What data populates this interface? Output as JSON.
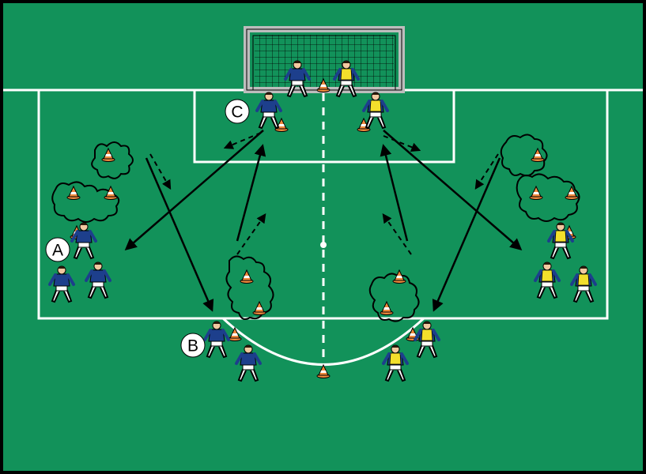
{
  "diagram": {
    "colors": {
      "pitch": "#12925a",
      "lines": "#ffffff",
      "team_a": "#1d3f8c",
      "team_b": "#f3df2c",
      "cone": "#f08a3c",
      "arrow": "#000000"
    },
    "station_labels": [
      {
        "id": "a",
        "text": "A"
      },
      {
        "id": "b",
        "text": "B"
      },
      {
        "id": "c",
        "text": "C"
      }
    ],
    "teams": [
      {
        "id": "blue",
        "color_key": "team_a",
        "shirt": "blue"
      },
      {
        "id": "yellow",
        "color_key": "team_b",
        "shirt": "yellow"
      }
    ],
    "icons": [
      "goal-icon",
      "cone-icon",
      "player-icon",
      "dribble-zone-icon",
      "pass-arrow-icon",
      "run-arrow-icon"
    ]
  }
}
